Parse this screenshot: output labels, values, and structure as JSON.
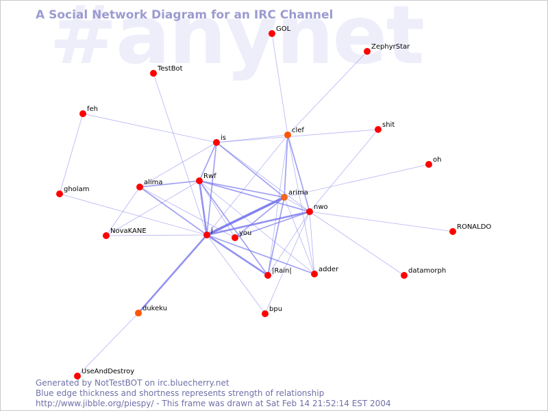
{
  "channel_watermark": "#anynet",
  "title": "A Social Network Diagram for an IRC Channel",
  "colors": {
    "background": "#ffffff",
    "node": "#ff0000",
    "node_highlight_orange": "#ff5500",
    "node_highlight_brown": "#ee6622",
    "edge": "#7777ee",
    "title": "#9b9bd0",
    "footer": "#6f6fa8",
    "watermark": "#eeeefb"
  },
  "nodes": [
    {
      "id": "GOL",
      "label": "GOL"
    },
    {
      "id": "ZephyrStar",
      "label": "ZephyrStar"
    },
    {
      "id": "TestBot",
      "label": "TestBot"
    },
    {
      "id": "feh",
      "label": "feh"
    },
    {
      "id": "shit",
      "label": "shit"
    },
    {
      "id": "clef",
      "label": "clef",
      "highlight": "orange"
    },
    {
      "id": "is",
      "label": "is"
    },
    {
      "id": "oh",
      "label": "oh"
    },
    {
      "id": "gholam",
      "label": "gholam"
    },
    {
      "id": "alima",
      "label": "alima"
    },
    {
      "id": "Rwf",
      "label": "Rwf"
    },
    {
      "id": "arima",
      "label": "arima",
      "highlight": "brown"
    },
    {
      "id": "nwo",
      "label": "nwo"
    },
    {
      "id": "RONALDO",
      "label": "RONALDO"
    },
    {
      "id": "NovaKANE",
      "label": "NovaKANE"
    },
    {
      "id": "j",
      "label": "j"
    },
    {
      "id": "you",
      "label": "you"
    },
    {
      "id": "Rain",
      "label": "|Rain|"
    },
    {
      "id": "adder",
      "label": "adder"
    },
    {
      "id": "datamorph",
      "label": "datamorph"
    },
    {
      "id": "bpu",
      "label": "bpu"
    },
    {
      "id": "dukeku",
      "label": "dukeku",
      "highlight": "orange"
    },
    {
      "id": "UseAndDestroy",
      "label": "UseAndDestroy"
    }
  ],
  "edges": [
    {
      "from": "j",
      "to": "arima",
      "strength": 4
    },
    {
      "from": "j",
      "to": "nwo",
      "strength": 3
    },
    {
      "from": "j",
      "to": "dukeku",
      "strength": 3
    },
    {
      "from": "j",
      "to": "Rwf",
      "strength": 3
    },
    {
      "from": "j",
      "to": "Rain",
      "strength": 3
    },
    {
      "from": "j",
      "to": "alima",
      "strength": 2
    },
    {
      "from": "j",
      "to": "is",
      "strength": 2
    },
    {
      "from": "j",
      "to": "clef",
      "strength": 1
    },
    {
      "from": "j",
      "to": "adder",
      "strength": 2
    },
    {
      "from": "j",
      "to": "bpu",
      "strength": 1
    },
    {
      "from": "j",
      "to": "NovaKANE",
      "strength": 1
    },
    {
      "from": "j",
      "to": "gholam",
      "strength": 1
    },
    {
      "from": "j",
      "to": "TestBot",
      "strength": 1
    },
    {
      "from": "Rwf",
      "to": "arima",
      "strength": 2
    },
    {
      "from": "Rwf",
      "to": "nwo",
      "strength": 2
    },
    {
      "from": "Rwf",
      "to": "alima",
      "strength": 2
    },
    {
      "from": "Rwf",
      "to": "is",
      "strength": 2
    },
    {
      "from": "Rwf",
      "to": "Rain",
      "strength": 2
    },
    {
      "from": "Rwf",
      "to": "NovaKANE",
      "strength": 1
    },
    {
      "from": "Rwf",
      "to": "adder",
      "strength": 1
    },
    {
      "from": "Rwf",
      "to": "you",
      "strength": 1
    },
    {
      "from": "is",
      "to": "arima",
      "strength": 2
    },
    {
      "from": "is",
      "to": "nwo",
      "strength": 1
    },
    {
      "from": "is",
      "to": "alima",
      "strength": 1
    },
    {
      "from": "is",
      "to": "clef",
      "strength": 1
    },
    {
      "from": "is",
      "to": "feh",
      "strength": 1
    },
    {
      "from": "is",
      "to": "shit",
      "strength": 1
    },
    {
      "from": "clef",
      "to": "arima",
      "strength": 2
    },
    {
      "from": "clef",
      "to": "nwo",
      "strength": 2
    },
    {
      "from": "clef",
      "to": "Rain",
      "strength": 1
    },
    {
      "from": "clef",
      "to": "GOL",
      "strength": 1
    },
    {
      "from": "clef",
      "to": "ZephyrStar",
      "strength": 1
    },
    {
      "from": "clef",
      "to": "adder",
      "strength": 1
    },
    {
      "from": "arima",
      "to": "nwo",
      "strength": 1
    },
    {
      "from": "arima",
      "to": "Rain",
      "strength": 2
    },
    {
      "from": "arima",
      "to": "you",
      "strength": 2
    },
    {
      "from": "arima",
      "to": "adder",
      "strength": 1
    },
    {
      "from": "arima",
      "to": "oh",
      "strength": 1
    },
    {
      "from": "nwo",
      "to": "you",
      "strength": 2
    },
    {
      "from": "nwo",
      "to": "adder",
      "strength": 1
    },
    {
      "from": "nwo",
      "to": "datamorph",
      "strength": 1
    },
    {
      "from": "nwo",
      "to": "RONALDO",
      "strength": 1
    },
    {
      "from": "nwo",
      "to": "bpu",
      "strength": 1
    },
    {
      "from": "nwo",
      "to": "shit",
      "strength": 1
    },
    {
      "from": "nwo",
      "to": "Rain",
      "strength": 1
    },
    {
      "from": "alima",
      "to": "NovaKANE",
      "strength": 1
    },
    {
      "from": "alima",
      "to": "you",
      "strength": 1
    },
    {
      "from": "feh",
      "to": "gholam",
      "strength": 1
    },
    {
      "from": "dukeku",
      "to": "UseAndDestroy",
      "strength": 1
    }
  ],
  "footer": {
    "line1": "Generated by NotTestBOT on irc.bluecherry.net",
    "line2": "Blue edge thickness and shortness represents strength of relationship",
    "line3": "http://www.jibble.org/piespy/ - This frame was drawn at Sat Feb 14 21:52:14 EST 2004"
  }
}
